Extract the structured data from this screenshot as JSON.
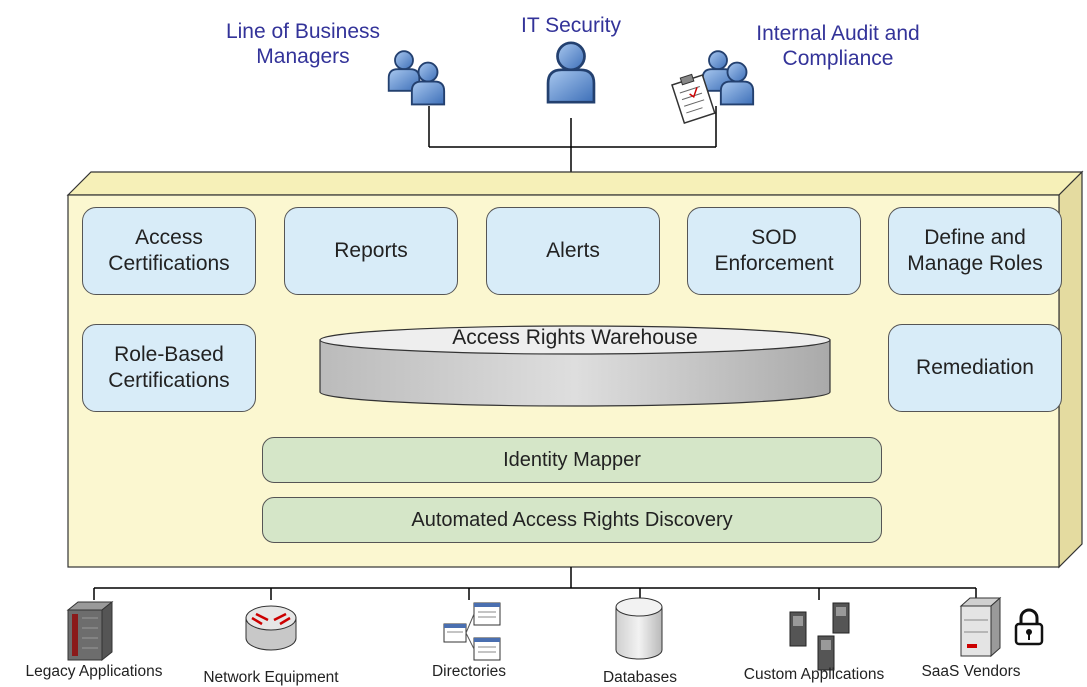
{
  "users": [
    {
      "label": "Line of Business\nManagers",
      "icon": "business-managers-icon"
    },
    {
      "label": "IT Security",
      "icon": "it-security-user-icon"
    },
    {
      "label": "Internal Audit and\nCompliance",
      "icon": "auditor-clipboard-icon"
    }
  ],
  "modules": {
    "access_certifications": "Access\nCertifications",
    "reports": "Reports",
    "alerts": "Alerts",
    "sod_enforcement": "SOD\nEnforcement",
    "define_manage_roles": "Define and\nManage Roles",
    "role_based_certifications": "Role-Based\nCertifications",
    "remediation": "Remediation"
  },
  "warehouse": "Access Rights Warehouse",
  "identity_mapper": "Identity Mapper",
  "discovery": "Automated Access Rights Discovery",
  "sources": [
    {
      "label": "Legacy Applications",
      "icon": "mainframe-icon"
    },
    {
      "label": "Network Equipment",
      "icon": "router-icon"
    },
    {
      "label": "Directories",
      "icon": "directory-icon"
    },
    {
      "label": "Databases",
      "icon": "database-icon"
    },
    {
      "label": "Custom Applications",
      "icon": "servers-icon"
    },
    {
      "label": "SaaS Vendors",
      "icon": "server-lock-icon"
    }
  ],
  "colors": {
    "platform": "#fbf7d0",
    "module_fill": "#d8ecf8",
    "bar_fill": "#d5e6c8",
    "warehouse_fill": "#cccccc",
    "user_label": "#333399",
    "user_icon": "#5b8fd1"
  }
}
